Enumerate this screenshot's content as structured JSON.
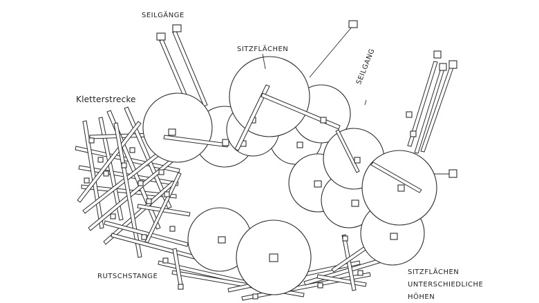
{
  "labels": {
    "seilgaenge": "SEILGÄNGE",
    "sitzflaechen": "SITZFLÄCHEN",
    "seilgang": "SEILGANG",
    "kletterstrecke": "Kletterstrecke",
    "rutschstange": "RUTSCHSTANGE",
    "sitzflaechen_hoehen_1": "SITZFLÄCHEN",
    "sitzflaechen_hoehen_2": "UNTERSCHIEDLICHE",
    "sitzflaechen_hoehen_3": "HÖHEN"
  }
}
